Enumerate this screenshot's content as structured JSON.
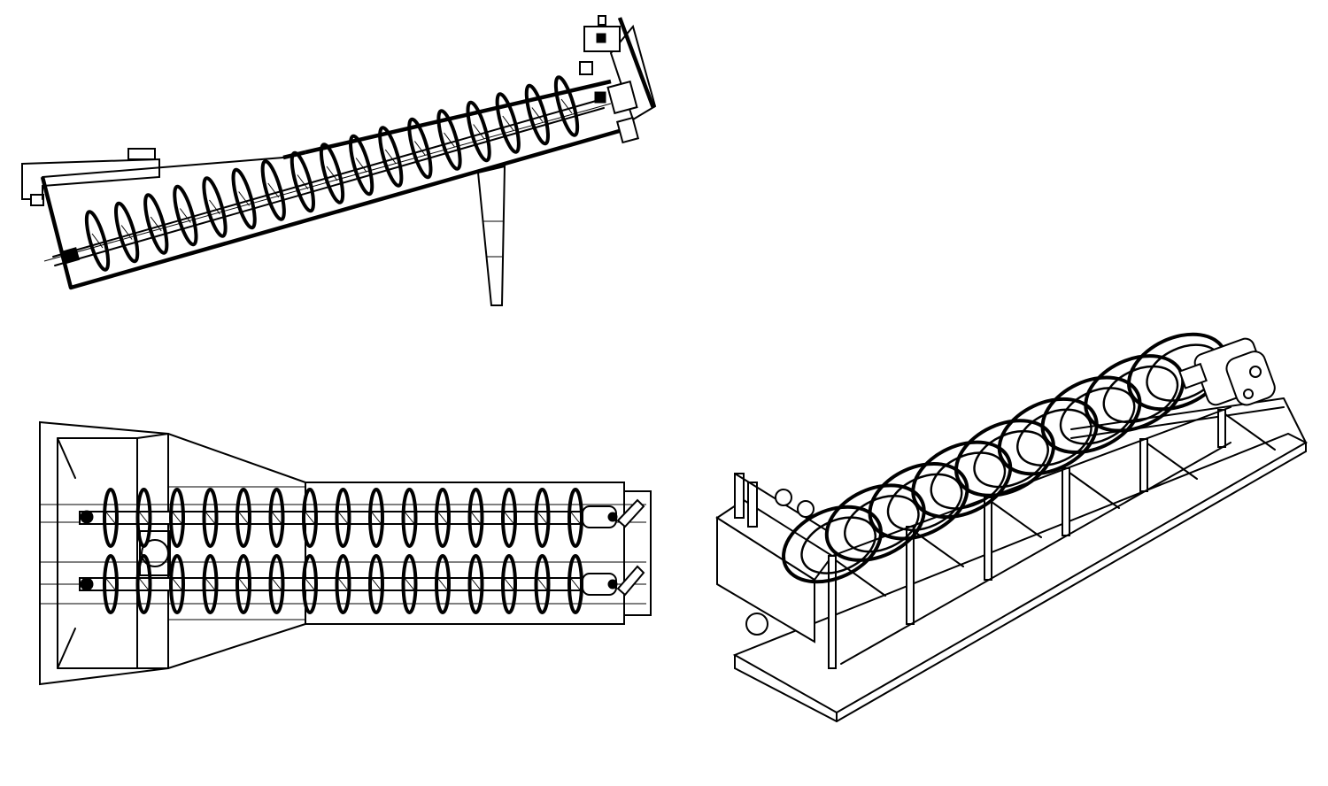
{
  "figure": {
    "views": [
      {
        "id": "side-view",
        "view": "side elevation",
        "flights": 17
      },
      {
        "id": "top-view",
        "view": "plan",
        "screws": 2,
        "flights_per_screw": 15
      },
      {
        "id": "iso-view",
        "view": "isometric",
        "flights": 9
      }
    ],
    "line_color": "#000000",
    "background_color": "#ffffff"
  }
}
